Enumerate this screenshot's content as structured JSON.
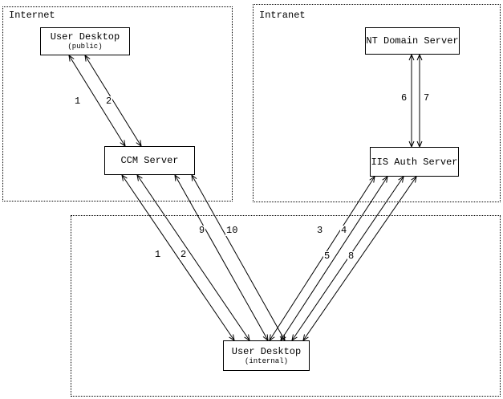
{
  "diagram": {
    "zones": {
      "internet": {
        "label": "Internet"
      },
      "intranet": {
        "label": "Intranet"
      },
      "internal_network": {
        "label": ""
      }
    },
    "nodes": {
      "user_desktop_public": {
        "title": "User Desktop",
        "subtitle": "(public)"
      },
      "ccm_server": {
        "title": "CCM Server",
        "subtitle": ""
      },
      "nt_domain_server": {
        "title": "NT Domain Server",
        "subtitle": ""
      },
      "iis_auth_server": {
        "title": "IIS Auth Server",
        "subtitle": ""
      },
      "user_desktop_internal": {
        "title": "User Desktop",
        "subtitle": "(internal)"
      }
    },
    "edge_labels": [
      {
        "id": "public-desktop-ccm-step-1",
        "text": "1"
      },
      {
        "id": "public-desktop-ccm-step-2",
        "text": "2"
      },
      {
        "id": "nt-iis-step-6",
        "text": "6"
      },
      {
        "id": "nt-iis-step-7",
        "text": "7"
      },
      {
        "id": "ccm-internal-desktop-step-9",
        "text": "9"
      },
      {
        "id": "ccm-internal-desktop-step-10",
        "text": "10"
      },
      {
        "id": "ccm-internal-desktop-step-1",
        "text": "1"
      },
      {
        "id": "ccm-internal-desktop-step-2",
        "text": "2"
      },
      {
        "id": "iis-internal-desktop-step-3",
        "text": "3"
      },
      {
        "id": "iis-internal-desktop-step-4",
        "text": "4"
      },
      {
        "id": "iis-internal-desktop-step-5",
        "text": "5"
      },
      {
        "id": "iis-internal-desktop-step-8",
        "text": "8"
      }
    ],
    "colors": {
      "line": "#000000",
      "background": "#ffffff"
    }
  }
}
